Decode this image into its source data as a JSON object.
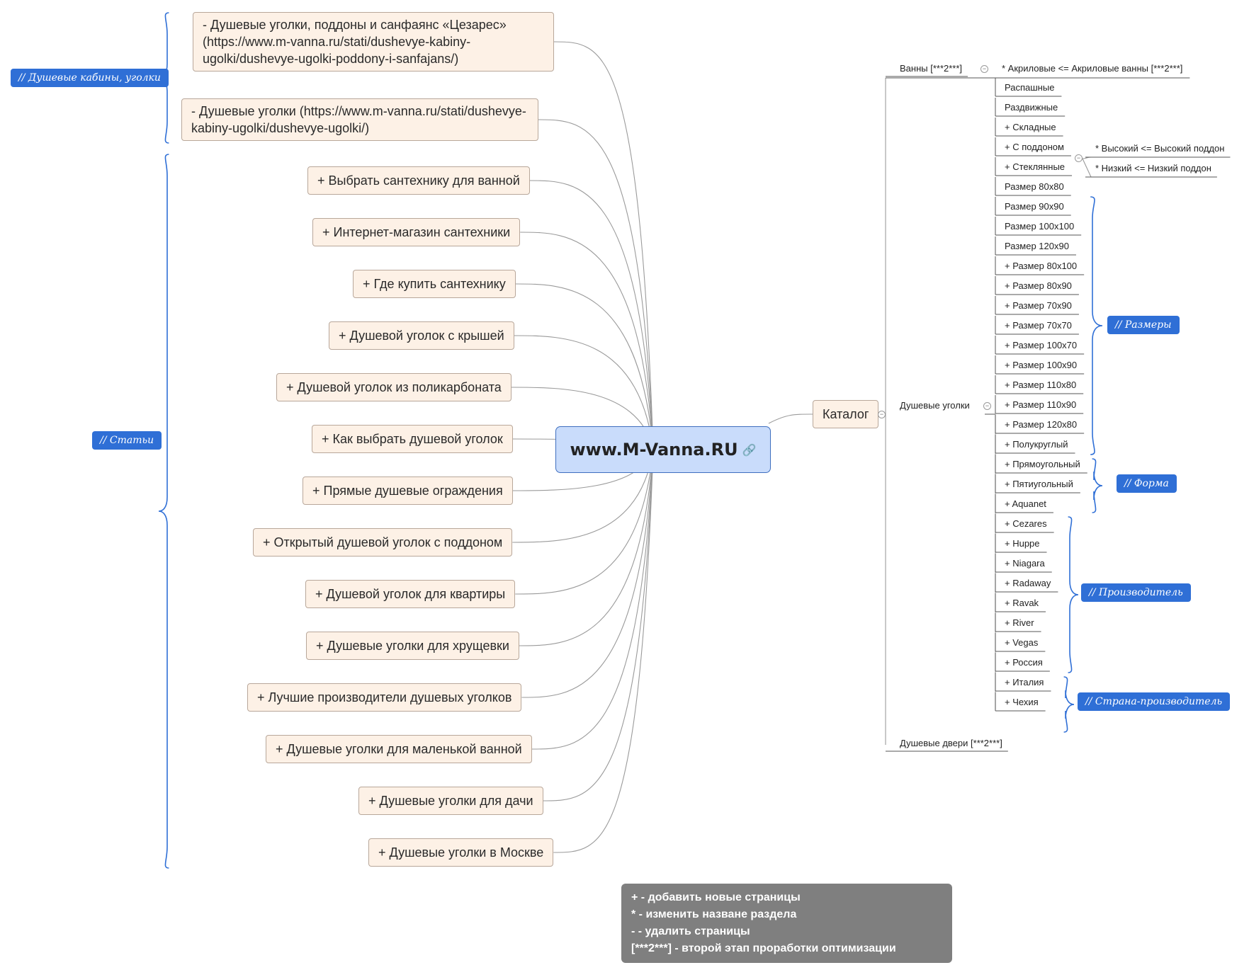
{
  "root": {
    "title": "www.M-Vanna.RU"
  },
  "left_labels": {
    "cabins": "// Душевые кабины, уголки",
    "articles": "// Статьи"
  },
  "left_topics": [
    "- Душевые уголки, поддоны и санфаянс «Цезарес» (https://www.m-vanna.ru/stati/dushevye-kabiny-ugolki/dushevye-ugolki-poddony-i-sanfajans/)",
    "- Душевые уголки (https://www.m-vanna.ru/stati/dushevye-kabiny-ugolki/dushevye-ugolki/)",
    "+ Выбрать сантехнику для ванной",
    "+ Интернет-магазин сантехники",
    "+ Где купить сантехнику",
    "+ Душевой уголок с крышей",
    "+ Душевой уголок из поликарбоната",
    "+ Как выбрать душевой уголок",
    "+ Прямые душевые ограждения",
    "+ Открытый душевой уголок с поддоном",
    "+ Душевой уголок для квартиры",
    "+ Душевые уголки для хрущевки",
    "+ Лучшие производители душевых уголков",
    "+ Душевые уголки для маленькой ванной",
    "+ Душевые уголки для дачи",
    "+ Душевые уголки в Москве"
  ],
  "catalog": {
    "label": "Каталог",
    "baths": "Ванны [***2***]",
    "acrylic": "* Акриловые <= Акриловые ванны [***2***]",
    "corners": "Душевые уголки",
    "doors": "Душевые двери [***2***]",
    "items": [
      "Распашные",
      "Раздвижные",
      "+ Складные",
      "+ С поддоном",
      "+ Стеклянные",
      "Размер 80x80",
      "Размер 90x90",
      "Размер 100x100",
      "Размер 120x90",
      "+ Размер 80x100",
      "+ Размер 80x90",
      "+ Размер 70x90",
      "+ Размер 70x70",
      "+ Размер 100x70",
      "+ Размер 100x90",
      "+ Размер 110x80",
      "+ Размер 110x90",
      "+ Размер 120x80",
      "+ Полукруглый",
      "+ Прямоугольный",
      "+ Пятиугольный",
      "+ Aquanet",
      "+ Cezares",
      "+ Huppe",
      "+ Niagara",
      "+ Radaway",
      "+ Ravak",
      "+ River",
      "+ Vegas",
      "+ Россия",
      "+ Италия",
      "+ Чехия"
    ],
    "tray_children": [
      "* Высокий <= Высокий поддон",
      "* Низкий <= Низкий поддон"
    ],
    "group_labels": {
      "sizes": "// Размеры",
      "shape": "// Форма",
      "manufacturer": "// Производитель",
      "country": "// Страна-производитель"
    }
  },
  "legend": [
    "+ - добавить новые страницы",
    "* - изменить назване раздела",
    "- - удалить страницы",
    "[***2***] - второй этап проработки оптимизации"
  ],
  "colors": {
    "root_fill": "#c9dcfb",
    "topic_fill": "#fdf1e6",
    "label_fill": "#2f6fd6",
    "legend_fill": "#7f7f7f",
    "line": "#9a9a9a",
    "brace": "#2f6fd6"
  }
}
